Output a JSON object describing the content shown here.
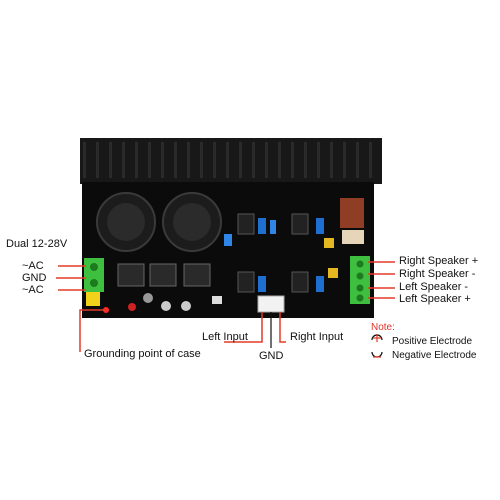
{
  "image": {
    "subject": "audio-amplifier-board",
    "colors": {
      "pcb": "#0c0c0c",
      "heatsink": "#151515",
      "terminal": "#3fbf3f",
      "wire": "#e23b2a",
      "label": "#111111"
    }
  },
  "labels": {
    "supply": "Dual 12-28V",
    "ac_top": "~AC",
    "gnd": "GND",
    "ac_bottom": "~AC",
    "right_plus": "Right Speaker +",
    "right_minus": "Right Speaker -",
    "left_minus": "Left Speaker -",
    "left_plus": "Left Speaker +",
    "left_input": "Left Input",
    "right_input": "Right Input",
    "input_gnd": "GND",
    "ground_case": "Grounding point of case"
  },
  "note": {
    "title": "Note:",
    "positive": "Positive Electrode",
    "negative": "Negative Electrode"
  }
}
